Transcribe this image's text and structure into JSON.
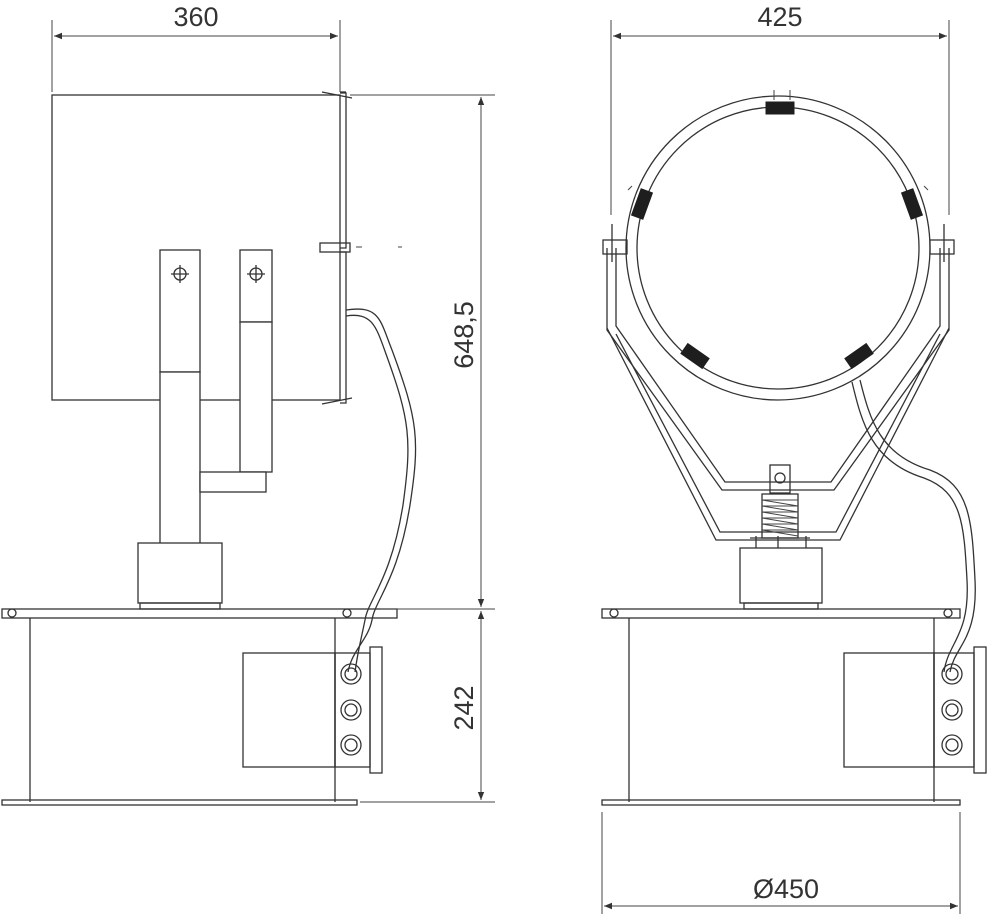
{
  "dimensions": {
    "side_width": "360",
    "front_width": "425",
    "lamp_height": "648,5",
    "base_height": "242",
    "base_diameter": "Ø450"
  },
  "colors": {
    "line": "#333333",
    "fill_dark": "#1e1e1e",
    "background": "#ffffff"
  }
}
